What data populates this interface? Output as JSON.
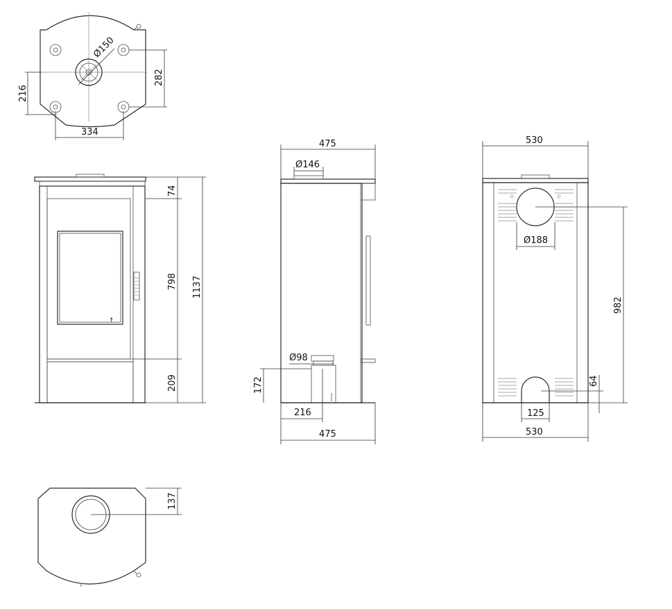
{
  "dims": {
    "top_flue_dia": "Ø150",
    "top_depth_offset": "216",
    "top_width_between": "334",
    "top_depth_between": "282",
    "front_top": "74",
    "front_mid": "798",
    "front_bottom": "209",
    "front_total": "1137",
    "side_top_width": "475",
    "side_flue_dia": "Ø146",
    "side_air_dia": "Ø98",
    "side_air_height": "172",
    "side_air_offset": "216",
    "side_bottom_width": "475",
    "back_top_width": "530",
    "back_flue_dia": "Ø188",
    "back_flue_height": "982",
    "back_air_height": "64",
    "back_air_width": "125",
    "back_bottom_width": "530",
    "bottom_offset": "137"
  },
  "marks": {
    "door_arrow": "↑"
  }
}
